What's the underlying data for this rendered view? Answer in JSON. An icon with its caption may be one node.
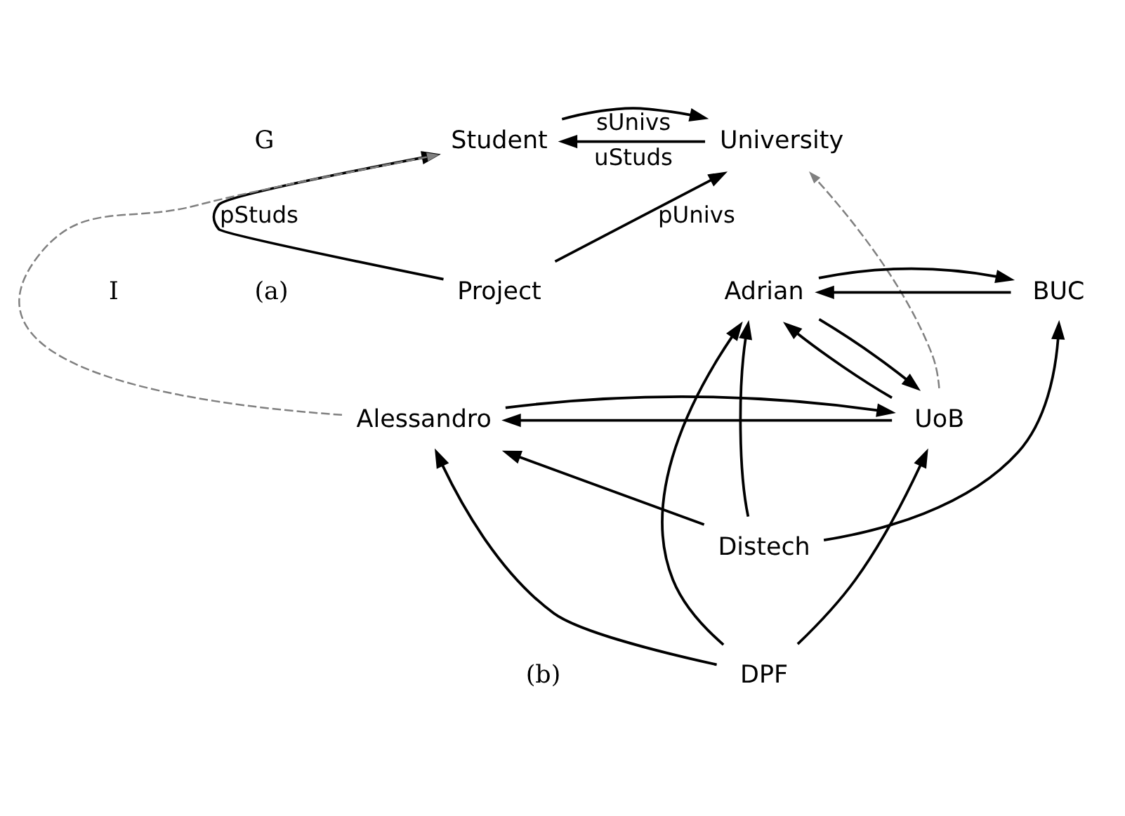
{
  "diagram": {
    "nodes": [
      {
        "text": [
          "Student"
        ]
      },
      {
        "text": [
          "University"
        ]
      },
      {
        "text": [
          "Project"
        ]
      },
      {
        "text": [
          "Alessandro"
        ]
      },
      {
        "text": [
          "UoB"
        ]
      },
      {
        "text": [
          "Adrian"
        ]
      },
      {
        "text": [
          "BUC"
        ]
      },
      {
        "text": [
          "Distech"
        ]
      },
      {
        "text": [
          "DPF"
        ]
      }
    ],
    "edges": [
      {
        "from": 0,
        "to": 1,
        "arrow": "to",
        "label": "sUnivs"
      },
      {
        "from": 1,
        "to": 0,
        "arrow": "to",
        "label": "uStuds"
      },
      {
        "from": 2,
        "to": 0,
        "arrow": "to",
        "label": "pStuds"
      },
      {
        "from": 2,
        "to": 1,
        "arrow": "to",
        "label": "pUnivs"
      },
      {
        "from": 3,
        "to": 4,
        "arrow": "to"
      },
      {
        "from": 4,
        "to": 3,
        "arrow": "to"
      },
      {
        "from": 4,
        "to": 5,
        "arrow": "to"
      },
      {
        "from": 5,
        "to": 4,
        "arrow": "to"
      },
      {
        "from": 5,
        "to": 6,
        "arrow": "to"
      },
      {
        "from": 6,
        "to": 5,
        "arrow": "to"
      },
      {
        "from": 7,
        "to": 3,
        "arrow": "to"
      },
      {
        "from": 7,
        "to": 5,
        "arrow": "to"
      },
      {
        "from": 7,
        "to": 6,
        "arrow": "to"
      },
      {
        "from": 8,
        "to": 3,
        "arrow": "to"
      },
      {
        "from": 8,
        "to": 5,
        "arrow": "to"
      },
      {
        "from": 8,
        "to": 4,
        "arrow": "to"
      },
      {
        "from": 3,
        "to": 0,
        "arrow": "to",
        "style": "dashed",
        "color": "#808080"
      },
      {
        "from": 4,
        "to": 1,
        "arrow": "to",
        "style": "dashed",
        "color": "#808080"
      }
    ],
    "labels": [
      "G",
      "(a)",
      "I",
      "(b)"
    ]
  }
}
